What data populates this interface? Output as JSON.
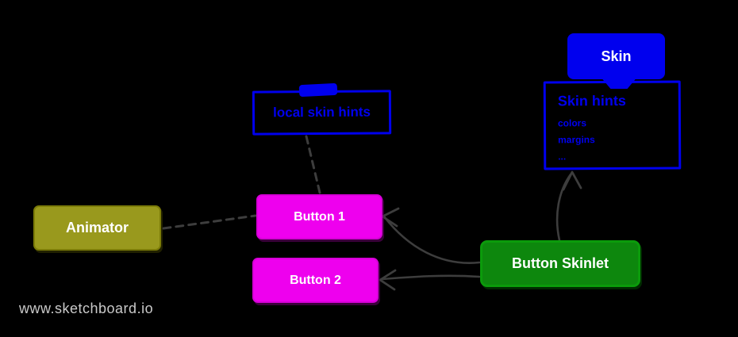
{
  "watermark": "www.sketchboard.io",
  "colors": {
    "background": "#000000",
    "blue": "#0000ee",
    "magenta": "#ee00ee",
    "magenta_border": "#d800d8",
    "green": "#0d870d",
    "green_border": "#0b9b0b",
    "olive": "#99991d",
    "olive_border": "#7c7c08",
    "edge": "#3d3d3d",
    "watermark": "#c9c9c9",
    "text_light": "#ffffff"
  },
  "nodes": {
    "skin": {
      "label": "Skin"
    },
    "skin_hints": {
      "title": "Skin hints",
      "items": [
        "colors",
        "margins",
        "..."
      ]
    },
    "local_skin_hints": {
      "label": "local skin hints"
    },
    "animator": {
      "label": "Animator"
    },
    "button1": {
      "label": "Button 1"
    },
    "button2": {
      "label": "Button 2"
    },
    "button_skinlet": {
      "label": "Button Skinlet"
    }
  }
}
